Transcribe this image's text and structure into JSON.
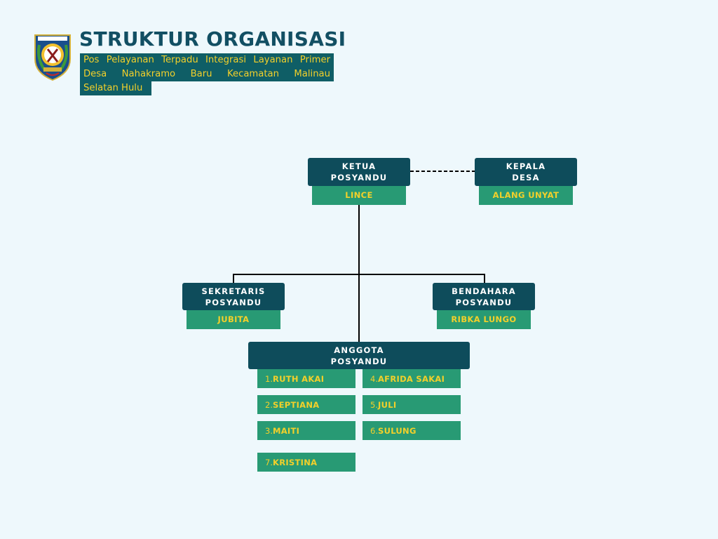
{
  "header": {
    "title": "STRUKTUR ORGANISASI",
    "subtitle_lines": [
      "Pos Pelayanan Terpadu Integrasi Layanan Primer",
      "Desa Nahakramo Baru Kecamatan Malinau",
      "Selatan Hulu"
    ]
  },
  "colors": {
    "background": "#eef8fc",
    "role_box": "#0e4c5b",
    "name_box": "#289a74",
    "name_text": "#f3d02a",
    "title_text": "#124f63"
  },
  "org": {
    "ketua": {
      "role_lines": [
        "KETUA",
        "POSYANDU"
      ],
      "name": "LINCE"
    },
    "kepala": {
      "role_lines": [
        "KEPALA",
        "DESA"
      ],
      "name": "ALANG UNYAT"
    },
    "sekretaris": {
      "role_lines": [
        "SEKRETARIS",
        "POSYANDU"
      ],
      "name": "JUBITA"
    },
    "bendahara": {
      "role_lines": [
        "BENDAHARA",
        "POSYANDU"
      ],
      "name": "RIBKA LUNGO"
    },
    "anggota": {
      "role_lines": [
        "ANGGOTA",
        "POSYANDU"
      ],
      "members": [
        {
          "num": "1.",
          "name": "RUTH AKAI"
        },
        {
          "num": "2.",
          "name": "SEPTIANA"
        },
        {
          "num": "3.",
          "name": "MAITI"
        },
        {
          "num": "4.",
          "name": "AFRIDA SAKAI"
        },
        {
          "num": "5.",
          "name": "JULI"
        },
        {
          "num": "6.",
          "name": "SULUNG"
        },
        {
          "num": "7.",
          "name": "KRISTINA"
        }
      ]
    }
  }
}
